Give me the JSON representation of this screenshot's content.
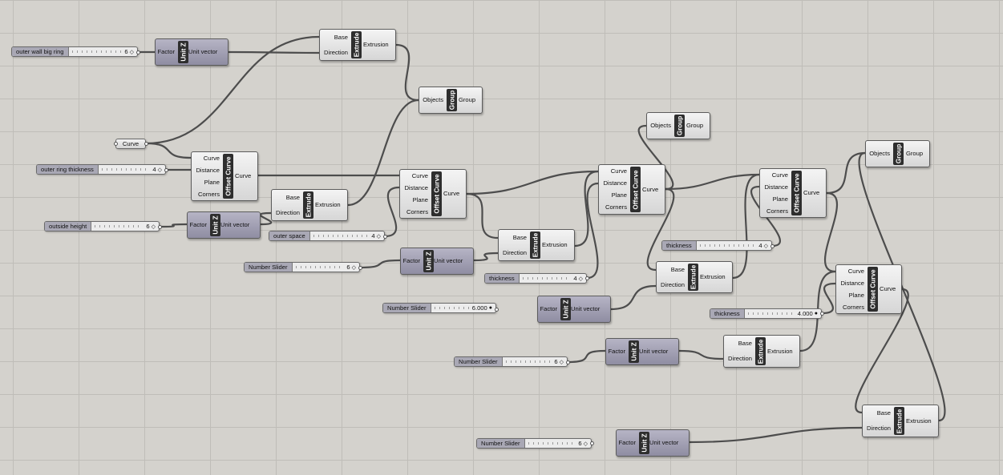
{
  "colors": {
    "canvas": "#d4d2cd",
    "wire": "#4d4d4d",
    "component": "#e4e4e4",
    "component_dark": "#9f9db1",
    "title_bar": "#2e2e2e"
  },
  "sliders": [
    {
      "label": "outer wall big ring",
      "value": "6"
    },
    {
      "label": "outer ring thickness",
      "value": "4"
    },
    {
      "label": "outside height",
      "value": "6"
    },
    {
      "label": "outer space",
      "value": "4"
    },
    {
      "label": "Number Slider",
      "value": "6"
    },
    {
      "label": "thickness",
      "value": "4"
    },
    {
      "label": "Number Slider",
      "value": "6.000"
    },
    {
      "label": "thickness",
      "value": "4"
    },
    {
      "label": "thickness",
      "value": "4.000"
    },
    {
      "label": "Number Slider",
      "value": "6"
    },
    {
      "label": "Number Slider",
      "value": "6"
    }
  ],
  "params": [
    {
      "label": "Curve"
    }
  ],
  "unitz": {
    "title": "Unit Z",
    "input": "Factor",
    "output": "Unit vector"
  },
  "extrude": {
    "title": "Extrude",
    "inputs": [
      "Base",
      "Direction"
    ],
    "output": "Extrusion"
  },
  "group": {
    "title": "Group",
    "input": "Objects",
    "output": "Group"
  },
  "offset": {
    "title": "Offset Curve",
    "inputs": [
      "Curve",
      "Distance",
      "Plane",
      "Corners"
    ],
    "output": "Curve"
  }
}
